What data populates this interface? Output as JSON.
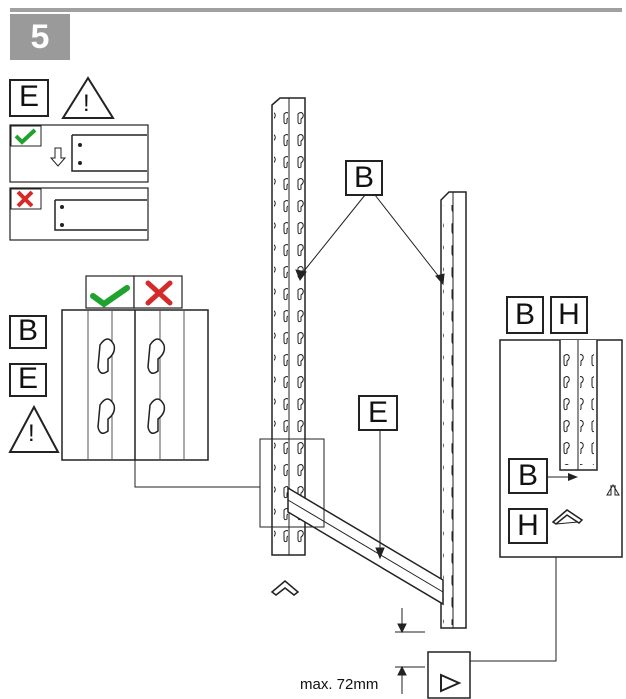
{
  "step": {
    "number": "5"
  },
  "legend": {
    "part_e": "E",
    "warning_mark": "!"
  },
  "keyhole_detail": {
    "labels": [
      "B",
      "E"
    ],
    "warning_mark": "!",
    "correct_icon": "check-icon",
    "wrong_icon": "cross-icon",
    "correct_color": "#1fa32e",
    "wrong_color": "#d42a2a"
  },
  "main": {
    "upright_label": "B",
    "beam_label": "E",
    "gap_text": "max. 72mm"
  },
  "foot_detail": {
    "labels": [
      "B",
      "H"
    ],
    "inner_labels": [
      "B",
      "H"
    ]
  }
}
